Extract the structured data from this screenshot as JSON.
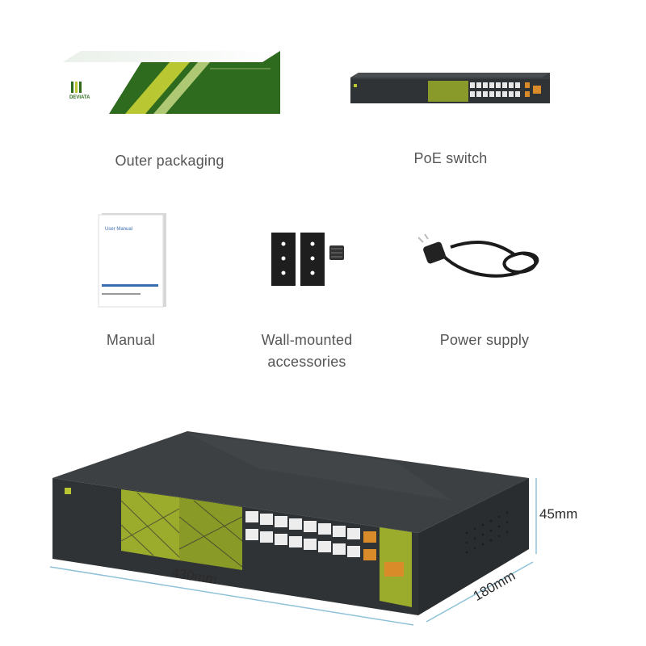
{
  "items": [
    {
      "label": "Outer packaging",
      "image": "outer-packaging-box"
    },
    {
      "label": "PoE switch",
      "image": "poe-switch"
    },
    {
      "label": "Manual",
      "image": "user-manual"
    },
    {
      "label": "Wall-mounted\naccessories",
      "image": "wall-mount-brackets"
    },
    {
      "label": "Power supply",
      "image": "power-cable"
    }
  ],
  "box_brand": "DEVIATA",
  "manual_title": "User Manual",
  "dimensions": {
    "width": "430mm",
    "depth": "180mm",
    "height": "45mm"
  },
  "colors": {
    "brand_green": "#2e6b1f",
    "accent_yellow_green": "#b9c832",
    "switch_body": "#34383a",
    "caption_text": "#555555"
  }
}
